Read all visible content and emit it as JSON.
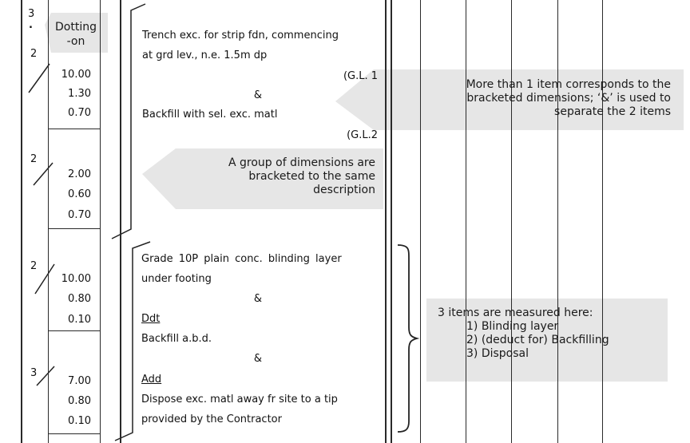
{
  "timesing": {
    "g1_top": "3",
    "g1_dot": ".",
    "g1": "2",
    "g2": "2",
    "g3": "2",
    "g4": "3"
  },
  "dimensions": {
    "g1": [
      "10.00",
      "1.30",
      "0.70"
    ],
    "g2": [
      "2.00",
      "0.60",
      "0.70"
    ],
    "g3": [
      "10.00",
      "0.80",
      "0.10"
    ],
    "g4": [
      "7.00",
      "0.80",
      "0.10"
    ]
  },
  "descriptions": {
    "item1_line1": "Trench exc. for strip fdn, commencing",
    "item1_line2": "at grd lev., n.e. 1.5m dp",
    "item1_ref": "(G.L. 1",
    "amp1": "&",
    "item2": "Backfill with sel. exc. matl",
    "item2_ref": "(G.L.2",
    "item3_line1": "Grade 10P plain conc. blinding layer",
    "item3_line2": "under footing",
    "amp2": "&",
    "ddt": "Ddt",
    "item4": "Backfill a.b.d.",
    "amp3": "&",
    "add": "Add",
    "item5_line1": "Dispose exc. matl away fr site to a tip",
    "item5_line2": "provided by the Contractor"
  },
  "callouts": {
    "dotting_line1": "Dotting",
    "dotting_line2": "-on",
    "more_line1": "More than 1 item corresponds to the",
    "more_line2": "bracketed dimensions; ‘&’ is used to",
    "more_line3": "separate the 2 items",
    "group_line1": "A group of dimensions are",
    "group_line2": "bracketed to the same",
    "group_line3": "description",
    "three_line1": "3 items are measured here:",
    "three_line2": "1) Blinding layer",
    "three_line3": "2) (deduct for) Backfilling",
    "three_line4": "3) Disposal"
  },
  "colors": {
    "callout_fill": "#e6e6e6",
    "rule": "#2a2a2a"
  }
}
